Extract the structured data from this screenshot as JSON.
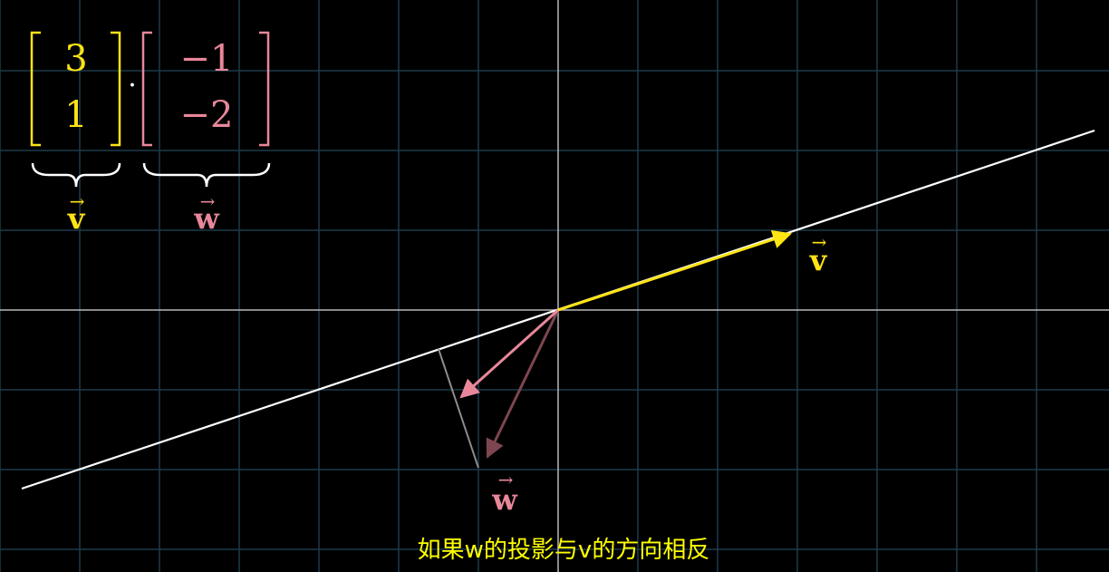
{
  "colors": {
    "background": "#000000",
    "grid_line": "#1e3a4a",
    "axis": "#b8b8b8",
    "v_vector": "#ffe414",
    "w_vector": "#e8879a",
    "w_vector_dim": "#7d4650",
    "projection_line": "#ffffff",
    "drop_line": "#8c8c8c",
    "bracket_text": "#ffffff",
    "subtitle": "#ffff00"
  },
  "matrix_v": {
    "top": "3",
    "bottom": "1"
  },
  "matrix_w": {
    "top": "−1",
    "bottom": "−2"
  },
  "dot": "·",
  "label_v": "v",
  "label_w": "w",
  "arrow_glyph": "→",
  "subtitle": "如果w的投影与v的方向相反",
  "vectors": {
    "v": [
      3,
      1
    ],
    "w": [
      -1,
      -2
    ],
    "projection_of_w_on_v": [
      -1.5,
      -0.5
    ]
  }
}
